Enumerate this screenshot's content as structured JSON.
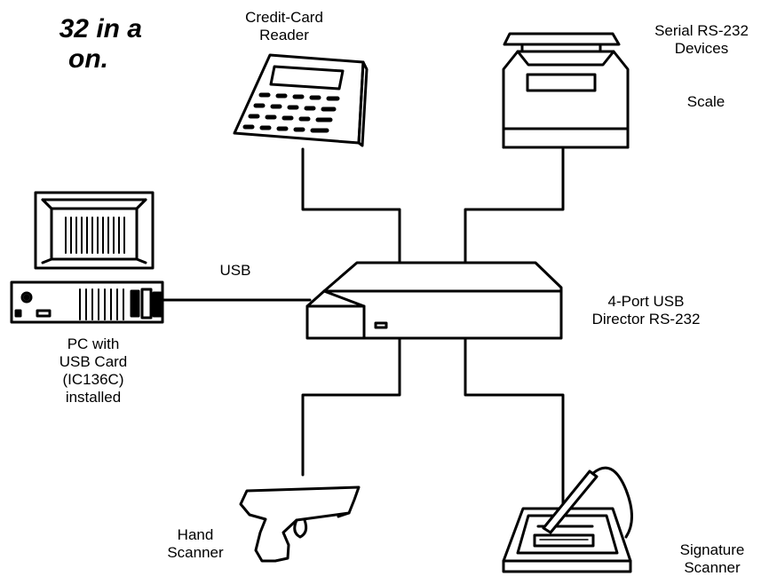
{
  "title_fragment": [
    "32 in a",
    "on."
  ],
  "labels": {
    "credit_card_reader": [
      "Credit-Card",
      "Reader"
    ],
    "serial_devices": [
      "Serial RS-232",
      "Devices"
    ],
    "scale": [
      "Scale"
    ],
    "usb_link": [
      "USB"
    ],
    "hub": [
      "4-Port USB",
      "Director RS-232"
    ],
    "pc": [
      "PC with",
      "USB Card",
      "(IC136C)",
      "installed"
    ],
    "hand_scanner": [
      "Hand",
      "Scanner"
    ],
    "signature_scanner": [
      "Signature",
      "Scanner"
    ]
  }
}
